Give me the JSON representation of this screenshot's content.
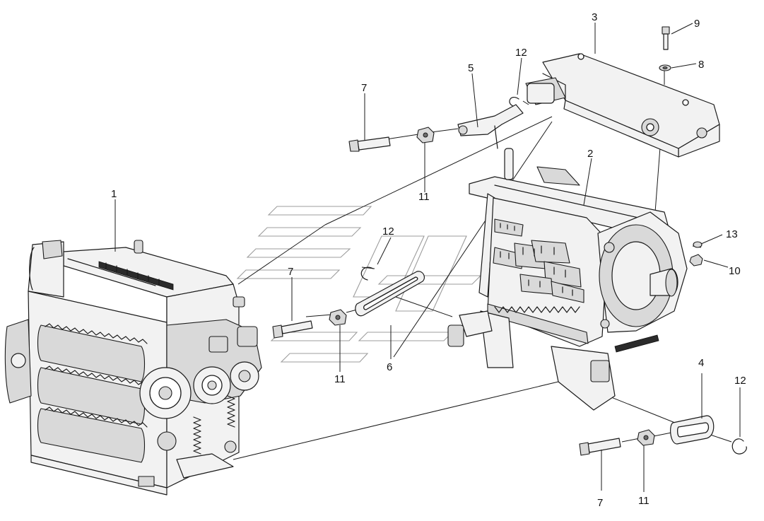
{
  "diagram": {
    "kind": "exploded-parts-view",
    "callouts": [
      {
        "id": "c1",
        "text": "1"
      },
      {
        "id": "c2",
        "text": "2"
      },
      {
        "id": "c3",
        "text": "3"
      },
      {
        "id": "c4",
        "text": "4"
      },
      {
        "id": "c5",
        "text": "5"
      },
      {
        "id": "c6",
        "text": "6"
      },
      {
        "id": "c7a",
        "text": "7"
      },
      {
        "id": "c7b",
        "text": "7"
      },
      {
        "id": "c7c",
        "text": "7"
      },
      {
        "id": "c8",
        "text": "8"
      },
      {
        "id": "c9",
        "text": "9"
      },
      {
        "id": "c10",
        "text": "10"
      },
      {
        "id": "c11a",
        "text": "11"
      },
      {
        "id": "c11b",
        "text": "11"
      },
      {
        "id": "c11c",
        "text": "11"
      },
      {
        "id": "c12a",
        "text": "12"
      },
      {
        "id": "c12b",
        "text": "12"
      },
      {
        "id": "c12c",
        "text": "12"
      },
      {
        "id": "c13",
        "text": "13"
      }
    ],
    "colors": {
      "line": "#1a1a1a",
      "background": "#ffffff",
      "shade_light": "#f2f2f2",
      "shade_mid": "#d9d9d9",
      "shade_dark": "#6e6e6e",
      "watermark": "#4a4a4a"
    }
  }
}
